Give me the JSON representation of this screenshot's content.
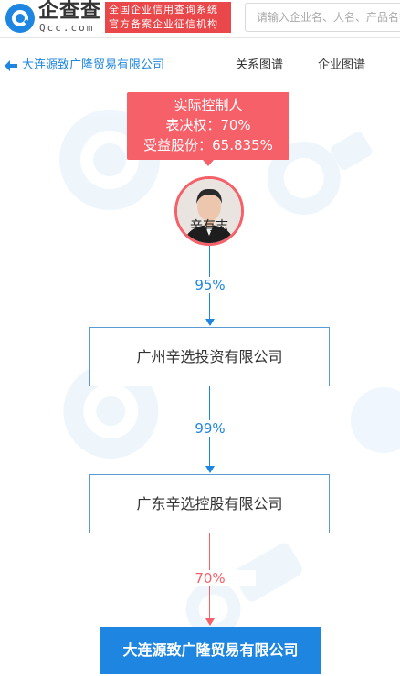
{
  "header": {
    "logo_text": "企查查",
    "logo_domain": "Qcc.com",
    "badge_line1": "全国企业信用查询系统",
    "badge_line2": "官方备案企业征信机构",
    "search_placeholder": "请输入企业名、人名、产品名等"
  },
  "nav": {
    "company_name": "大连源致广隆贸易有限公司",
    "tabs": [
      {
        "label": "关系图谱"
      },
      {
        "label": "企业图谱"
      }
    ]
  },
  "controller": {
    "title": "实际控制人",
    "voting_rights": "表决权：70%",
    "beneficial_shares": "受益股份：65.835%",
    "person_name": "辛有志"
  },
  "chain": {
    "links": [
      {
        "percent": "95%",
        "color": "#1e86e0"
      },
      {
        "percent": "99%",
        "color": "#1e86e0"
      },
      {
        "percent": "70%",
        "color": "#f56069"
      }
    ],
    "companies": [
      {
        "name": "广州辛选投资有限公司"
      },
      {
        "name": "广东辛选控股有限公司"
      }
    ],
    "target": {
      "name": "大连源致广隆贸易有限公司"
    }
  },
  "colors": {
    "brand_blue": "#1e86e0",
    "accent_red": "#f56069",
    "badge_red": "#e9474a"
  }
}
